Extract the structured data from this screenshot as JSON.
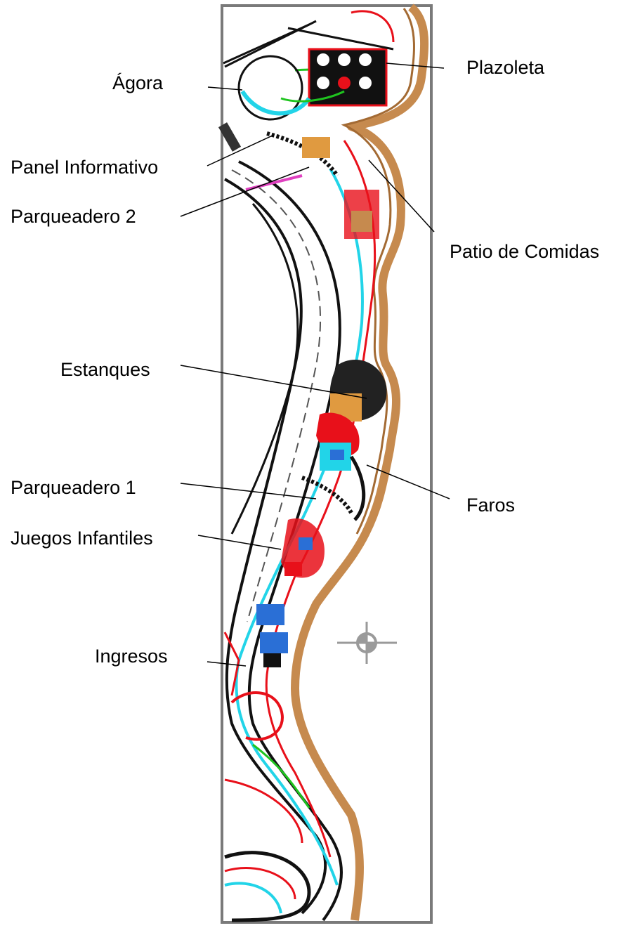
{
  "labels": {
    "agora": "Ágora",
    "plazoleta": "Plazoleta",
    "panel_informativo": "Panel Informativo",
    "parqueadero_2": "Parqueadero 2",
    "patio_de_comidas": "Patio de Comidas",
    "estanques": "Estanques",
    "parqueadero_1": "Parqueadero 1",
    "faros": "Faros",
    "juegos_infantiles": "Juegos Infantiles",
    "ingresos": "Ingresos"
  },
  "colors": {
    "frame": "#7a7a7a",
    "road_black": "#111111",
    "red": "#e8101a",
    "cyan": "#22d4e8",
    "green": "#1fc41f",
    "brown": "#c68a4e",
    "gray": "#8a8a8a",
    "blue": "#2a6fd6",
    "magenta": "#e040c0",
    "orange": "#e09a40"
  },
  "icons": {
    "north_symbol": "crosshair-north-symbol"
  }
}
